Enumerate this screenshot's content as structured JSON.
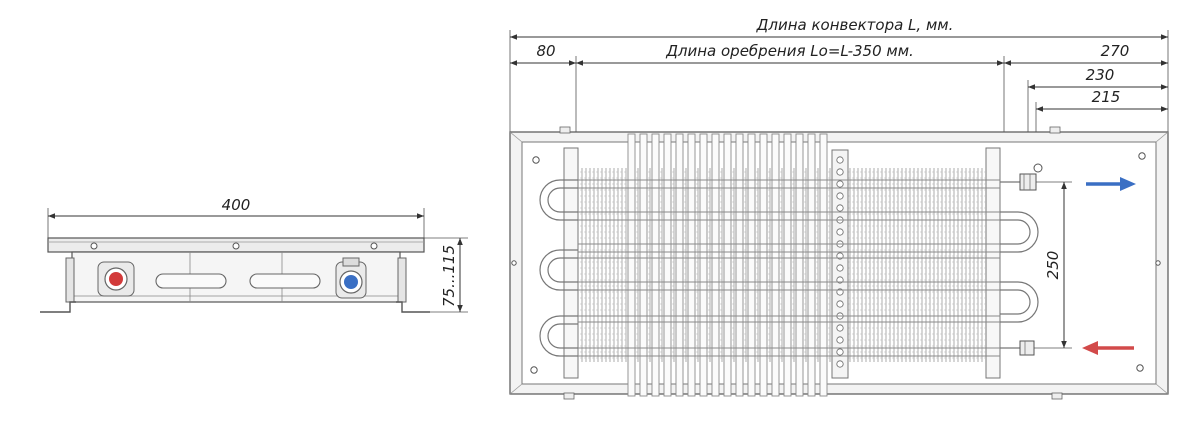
{
  "side_view": {
    "width_label": "400",
    "height_label": "75...115"
  },
  "top_view": {
    "total_length_label": "Длина конвектора L, мм.",
    "left_offset_label": "80",
    "fin_length_label": "Длина оребрения Lo=L-350 мм.",
    "right_offset_label": "270",
    "connection_230_label": "230",
    "connection_215_label": "215",
    "pipe_spacing_label": "250"
  },
  "colors": {
    "supply_arrow": "#3a6fc4",
    "return_arrow": "#d24a4a",
    "supply_valve": "#3a6fc4",
    "return_valve": "#d23a3a"
  }
}
